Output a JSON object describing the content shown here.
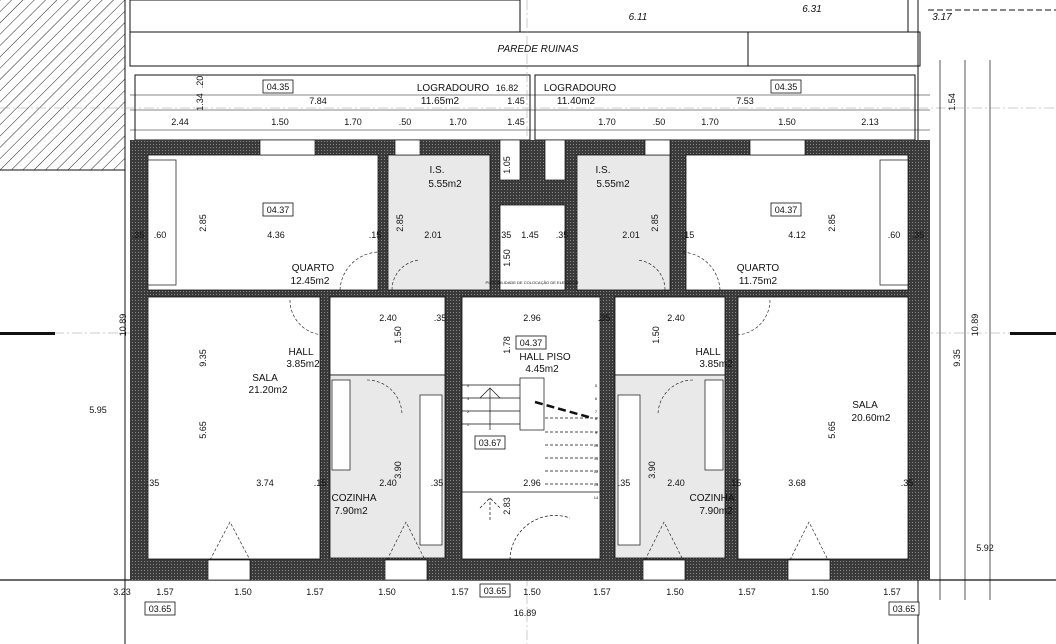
{
  "drawing": {
    "top_labels": [
      "PAREDE RUINAS",
      "6.11",
      "6.31",
      "3.17"
    ],
    "rooms": [
      {
        "name": "LOGRADOURO",
        "area": "11.65m2"
      },
      {
        "name": "LOGRADOURO",
        "area": "11.40m2"
      },
      {
        "name": "I.S.",
        "area": "5.55m2"
      },
      {
        "name": "I.S.",
        "area": "5.55m2"
      },
      {
        "name": "QUARTO",
        "area": "12.45m2"
      },
      {
        "name": "QUARTO",
        "area": "11.75m2"
      },
      {
        "name": "HALL",
        "area": "3.85m2"
      },
      {
        "name": "HALL",
        "area": "3.85m2"
      },
      {
        "name": "HALL PISO",
        "area": "4.45m2"
      },
      {
        "name": "SALA",
        "area": "21.20m2"
      },
      {
        "name": "SALA",
        "area": "20.60m2"
      },
      {
        "name": "COZINHA",
        "area": "7.90m2"
      },
      {
        "name": "COZINHA",
        "area": "7.90m2"
      }
    ],
    "tags": [
      "04.35",
      "04.35",
      "04.37",
      "04.37",
      "04.37",
      "03.67",
      "03.65",
      "03.65",
      "03.65"
    ],
    "elevator_note": "POSSIBILIDADE DE COLOCAÇÃO DE ELEVADOR",
    "dimensions": [
      "16.82",
      "7.84",
      "1.45",
      "1.45",
      ".20",
      "1.34",
      "7.53",
      "1.54",
      "2.44",
      "1.50",
      "1.70",
      ".50",
      "1.70",
      "1.70",
      ".50",
      "1.70",
      "1.50",
      "2.13",
      ".35",
      ".60",
      "4.36",
      ".15",
      "2.01",
      ".35",
      "1.45",
      ".35",
      "2.01",
      ".15",
      "4.12",
      ".60",
      ".35",
      "2.85",
      "2.85",
      "2.85",
      "2.85",
      "1.05",
      "1.50",
      "2.40",
      ".35",
      "2.96",
      ".35",
      "2.40",
      "1.78",
      "1.50",
      "1.50",
      "9.35",
      "9.35",
      "10.89",
      "10.89",
      "5.95",
      "5.65",
      "5.65",
      "3.90",
      "3.90",
      ".35",
      "3.74",
      ".15",
      "2.40",
      ".35",
      "2.96",
      ".35",
      "2.40",
      ".15",
      "3.68",
      ".35",
      "2.83",
      "3.23",
      "5.92",
      "1.57",
      "1.50",
      "1.57",
      "1.50",
      "1.57",
      "1.50",
      "1.57",
      "1.50",
      "1.57",
      "1.50",
      "1.57",
      "16.89"
    ],
    "stair_steps": [
      "1",
      "2",
      "3",
      "4",
      "5",
      "6",
      "7",
      "8",
      "9",
      "10",
      "11",
      "12",
      "13",
      "14"
    ]
  }
}
